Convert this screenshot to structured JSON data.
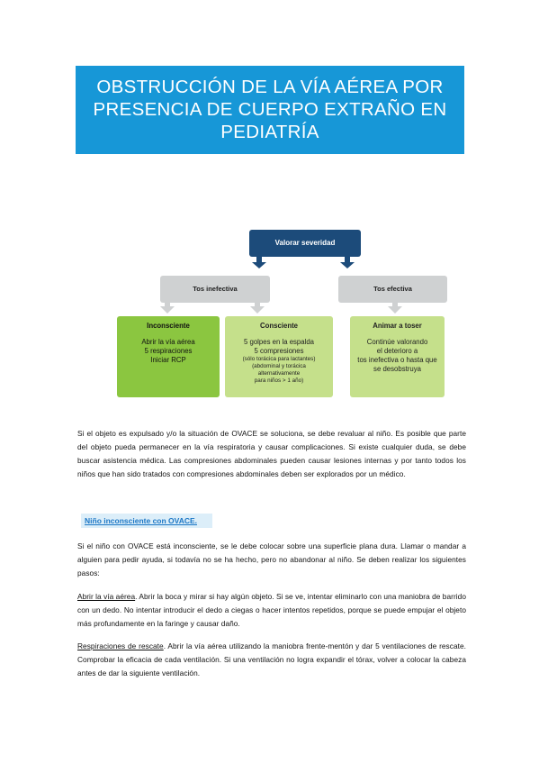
{
  "title": {
    "line1": "OBSTRUCCIÓN DE LA VÍA AÉREA POR",
    "line2": "PRESENCIA DE CUERPO EXTRAÑO EN",
    "line3": "PEDIATRÍA"
  },
  "diagram": {
    "top": "Valorar severidad",
    "left_branch": "Tos inefectiva",
    "right_branch": "Tos efectiva",
    "inconsciente": {
      "head": "Inconsciente",
      "l1": "Abrir la vía aérea",
      "l2": "5 respiraciones",
      "l3": "Iniciar RCP"
    },
    "consciente": {
      "head": "Consciente",
      "l1": "5 golpes en la espalda",
      "l2": "5 compresiones",
      "s1": "(sólo torácica para lactantes)",
      "s2": "(abdominal y torácica",
      "s3": "alternativamente",
      "s4": "para niños > 1 año)"
    },
    "animar": {
      "head": "Animar a toser",
      "l1": "Continúe valorando",
      "l2": "el deterioro a",
      "l3": "tos inefectiva o hasta que",
      "l4": "se desobstruya"
    }
  },
  "body": {
    "p1": "Si el objeto es expulsado y/o la situación de OVACE se soluciona, se debe revaluar al niño. Es posible que parte del objeto pueda permanecer en la vía respiratoria y causar complicaciones. Si existe cualquier duda, se debe buscar asistencia médica. Las compresiones abdominales pueden causar lesiones internas y por tanto todos los niños que han sido tratados con compresiones abdominales deben ser explorados por un médico.",
    "subheading": "Niño inconsciente con OVACE.",
    "p2": "Si el niño con OVACE está inconsciente, se le debe colocar sobre una superficie plana dura. Llamar o mandar a alguien para pedir ayuda, si todavía no se ha hecho, pero no abandonar al niño. Se deben realizar los siguientes pasos:",
    "p3_label": "Abrir la vía aérea",
    "p3": ". Abrir la boca y mirar si hay algún objeto. Si se ve, intentar eliminarlo con una maniobra de barrido con un dedo. No intentar introducir el dedo a ciegas o hacer intentos repetidos, porque se puede empujar el objeto más profundamente en la faringe y causar daño.",
    "p4_label": "Respiraciones de rescate",
    "p4": ". Abrir la vía aérea utilizando la maniobra frente-mentón y dar 5 ventilaciones de rescate. Comprobar la eficacia de cada ventilación. Si una ventilación no logra expandir el tórax, volver a colocar la cabeza antes de dar la siguiente ventilación."
  },
  "colors": {
    "title_bg": "#1797d7",
    "top_node": "#1c4b7a",
    "grey_node": "#cfd1d2",
    "green_dark": "#8bc640",
    "green_light": "#c5e08b"
  }
}
